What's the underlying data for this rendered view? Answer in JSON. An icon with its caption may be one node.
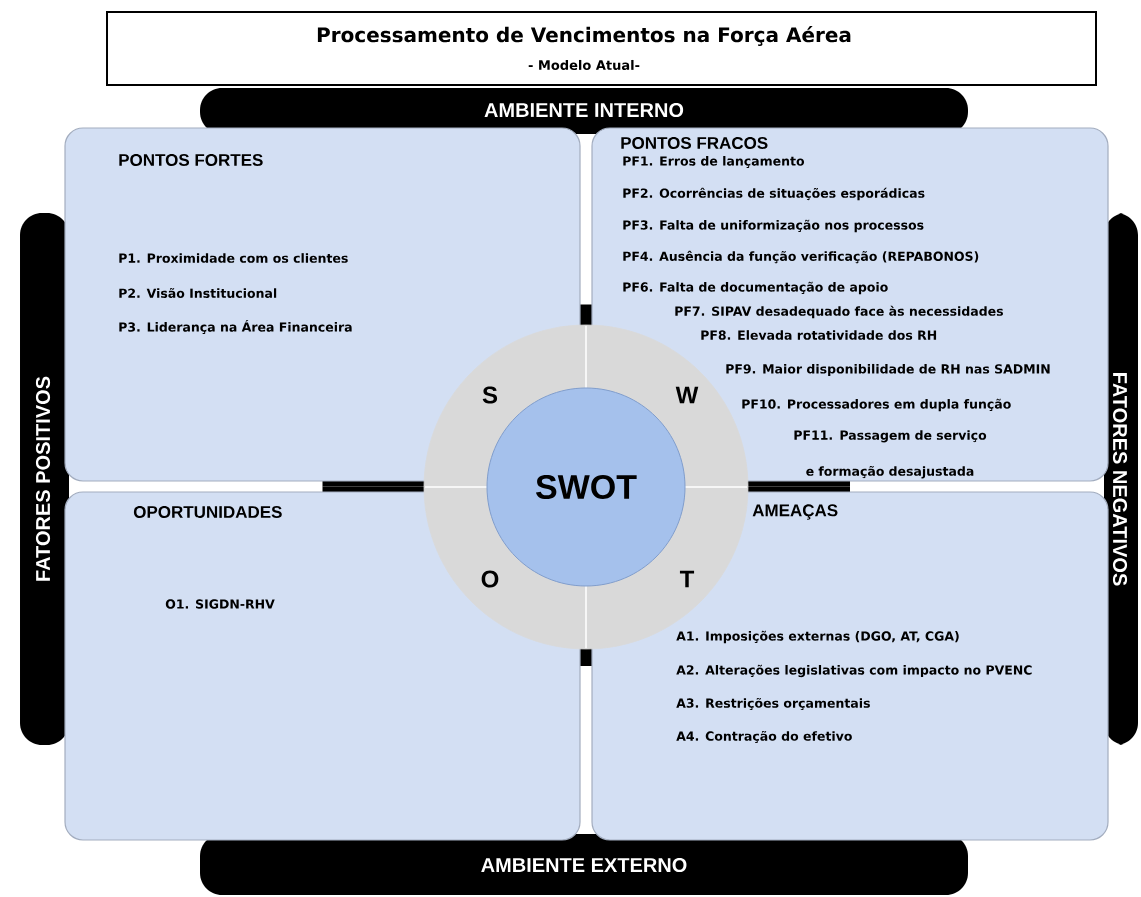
{
  "diagram": {
    "nodes": [
      {
        "text": [
          "Processamento de Vencimentos na Força Aérea",
          "- Modelo Atual-"
        ]
      },
      {
        "text": [
          "AMBIENTE INTERNO"
        ]
      },
      {
        "text": [
          "AMBIENTE EXTERNO"
        ]
      },
      {
        "text": [
          "FATORES POSITIVOS"
        ]
      },
      {
        "text": [
          "FATORES NEGATIVOS"
        ]
      },
      {
        "text": [
          "PONTOS FORTES",
          "P1. Proximidade com os clientes",
          "P2. Visão Institucional",
          "P3. Liderança na Área Financeira"
        ]
      },
      {
        "text": [
          "PONTOS FRACOS",
          "PF1. Erros de lançamento",
          "PF2. Ocorrências de situações esporádicas",
          "PF3. Falta de uniformização nos processos",
          "PF4. Ausência da função verificação (REPABONOS)",
          "PF6. Falta de documentação de apoio",
          "PF7. SIPAV desadequado face às necessidades",
          "PF8. Elevada rotatividade dos RH",
          "PF9. Maior disponibilidade de RH nas SADMIN",
          "PF10. Processadores em dupla função",
          "PF11. Passagem de serviço e formação desajustada"
        ]
      },
      {
        "text": [
          "OPORTUNIDADES",
          "O1. SIGDN-RHV"
        ]
      },
      {
        "text": [
          "AMEAÇAS",
          "A1. Imposições externas (DGO, AT, CGA)",
          "A2. Alterações legislativas com impacto no PVENC",
          "A3. Restrições orçamentais",
          "A4. Contração do efetivo"
        ]
      },
      {
        "text": [
          "S",
          "W",
          "O",
          "T"
        ]
      },
      {
        "text": [
          "SWOT"
        ],
        "in": 9
      }
    ]
  }
}
